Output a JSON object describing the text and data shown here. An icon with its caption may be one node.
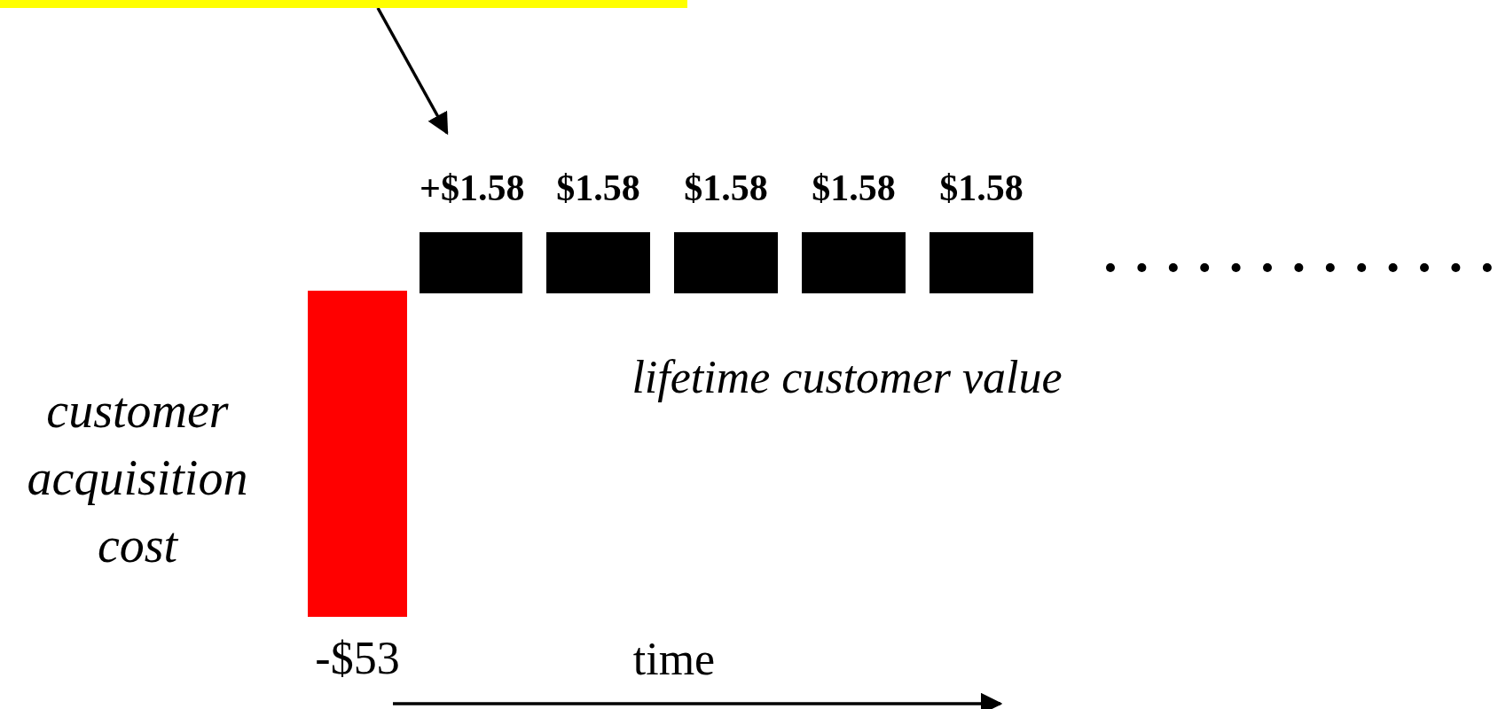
{
  "diagram": {
    "nodes": [
      {
        "text": [],
        "shape": "bar"
      },
      {
        "text": [
          "+$1.58"
        ]
      },
      {
        "text": [
          "$1.58"
        ]
      },
      {
        "text": [
          "$1.58"
        ]
      },
      {
        "text": [
          "$1.58"
        ]
      },
      {
        "text": [
          "$1.58"
        ]
      },
      {
        "text": [
          "-$53"
        ],
        "beside": [
          "customer acquisition cost"
        ]
      }
    ],
    "edges": [
      {
        "from": 0,
        "to": 1,
        "arrow": "to"
      }
    ],
    "labels": [
      "lifetime customer value",
      "time"
    ]
  }
}
